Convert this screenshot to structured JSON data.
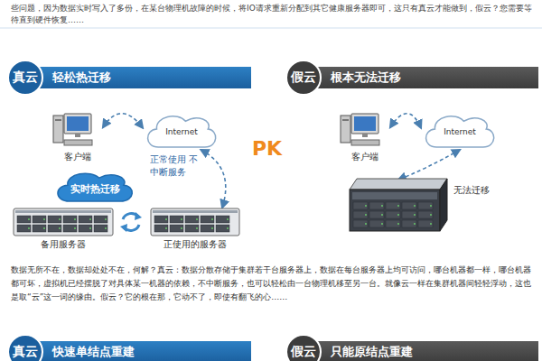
{
  "diagram": {
    "nodes": [
      {
        "text": [
          "真云",
          "轻松热迁移"
        ]
      },
      {
        "text": [
          "假云",
          "根本无法迁移"
        ]
      },
      {
        "text": [
          "客户端"
        ]
      },
      {
        "text": [
          "Internet"
        ]
      },
      {
        "text": [
          "实时热迁移"
        ]
      },
      {
        "text": [
          "备用服务器"
        ]
      },
      {
        "text": [
          "正使用的服务器"
        ]
      },
      {
        "text": [
          "客户端"
        ]
      },
      {
        "text": [
          "Internet"
        ]
      },
      {
        "text": []
      },
      {
        "text": [
          "真云",
          "快速单结点重建"
        ]
      },
      {
        "text": [
          "假云",
          "只能原结点重建"
        ]
      }
    ],
    "edges": [
      {
        "from": 2,
        "to": 3,
        "arrow": "both"
      },
      {
        "from": 3,
        "to": 6,
        "label": "正常使用 不中断服务",
        "arrow": "both"
      },
      {
        "from": 7,
        "to": 8,
        "arrow": "both"
      },
      {
        "from": 8,
        "to": 9,
        "label": "无法迁移",
        "arrow": "both"
      }
    ],
    "labels": [
      "些问题，因为数据实时写入了多份，在某台物理机故障的时候，将IO请求重新分配到其它健康服务器即可，这只有真云才能做到，假云？您需要等待直到硬件恢复……",
      "PK",
      "数据无所不在，数据却处处不在，何解？真云：数据分散存储于集群若干台服务器上，数据在每台服务器上均可访问，哪台机器都一样，哪台机器都可坏，虚拟机已经摆脱了对具体某一机器的依赖，不中断服务，也可以轻松由一台物理机移至另一台。就像云一样在集群机器间轻轻浮动，这也是取“云”这一词的缘由。假云？它的根在那，它动不了，即使有翻飞的心……"
    ]
  }
}
